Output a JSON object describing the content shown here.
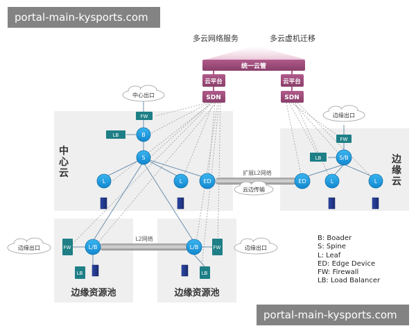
{
  "watermark": {
    "top": "portal-main-kysports.com",
    "bottom": "portal-main-kysports.com"
  },
  "headers": {
    "multi_cloud_network": "多云网络服务",
    "multi_cloud_vm": "多云虚机迁移"
  },
  "management": {
    "unified": "统一云管",
    "cloud_platform": "云平台",
    "sdn": "SDN"
  },
  "regions": {
    "center": "中心云",
    "edge_cloud": "边缘云",
    "edge_pool": "边缘资源池"
  },
  "clouds": {
    "center_exit": "中心出口",
    "edge_exit": "边缘出口",
    "cloud_edge_transfer": "云边传输"
  },
  "links": {
    "extend_l2": "扩展L2网络",
    "l2": "L2网络"
  },
  "nodes": {
    "B": "B",
    "S": "S",
    "L": "L",
    "ED": "ED",
    "SB": "S/B",
    "LB_node": "L/B",
    "FW": "FW",
    "LB": "LB"
  },
  "legend": [
    "B:  Boader",
    "S:  Spine",
    "L:  Leaf",
    "ED:  Edge Device",
    "FW:  Firewall",
    "LB:  Load Balancer"
  ],
  "colors": {
    "node_blue": "#1ea0e8",
    "teal": "#1e7f86",
    "mgmt_purple": "#9a4a78",
    "server_navy": "#233a8e"
  }
}
